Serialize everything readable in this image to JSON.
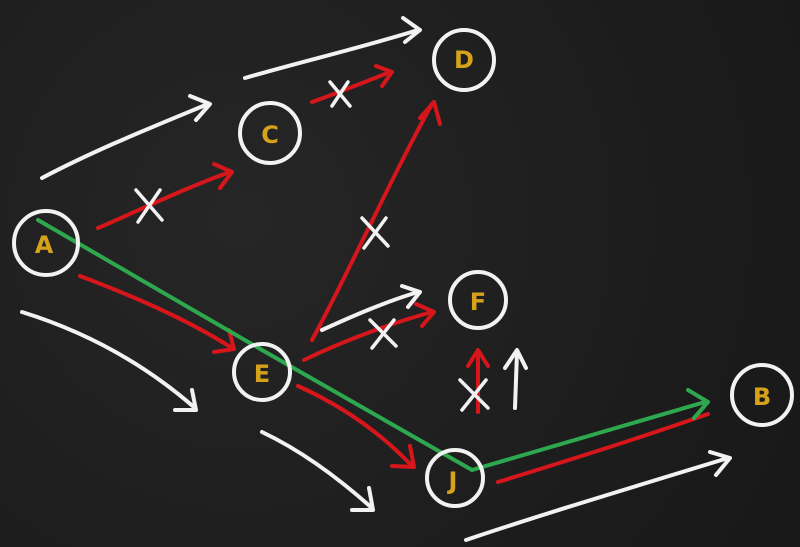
{
  "colors": {
    "background": "#1e1e1e",
    "chalk": "#f2f2f2",
    "label": "#d6a21c",
    "red": "#d7191c",
    "green": "#2fa84f"
  },
  "nodes": {
    "A": "A",
    "B": "B",
    "C": "C",
    "D": "D",
    "E": "E",
    "F": "F",
    "J": "J"
  },
  "cross_mark": "X"
}
